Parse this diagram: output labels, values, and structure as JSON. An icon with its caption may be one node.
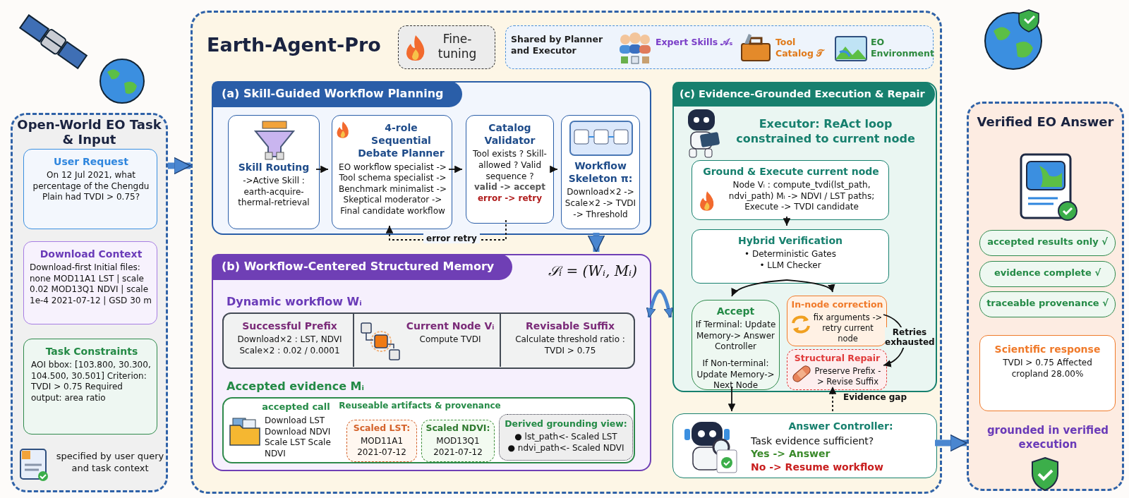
{
  "diagram": {
    "nodes": [
      {
        "text": [
          "Open-World EO Task & Input"
        ]
      },
      {
        "text": [
          "User Request",
          "On 12 Jul 2021, what percentage of the Chengdu Plain had TVDI > 0.75?"
        ],
        "in": 0
      },
      {
        "text": [
          "Download Context",
          "Download-first Initial files: none MOD11A1 LST | scale 0.02 MOD13Q1 NDVI | scale 1e-4 2021-07-12 | GSD 30 m"
        ],
        "in": 0
      },
      {
        "text": [
          "Task Constraints",
          "AOI bbox: [103.800, 30.300, 104.500, 30.501] Criterion: TVDI > 0.75 Required output: area ratio"
        ],
        "in": 0
      },
      {
        "text": [
          "Earth-Agent-Pro"
        ]
      },
      {
        "text": [
          "Fine-tuning"
        ],
        "in": 4
      },
      {
        "text": [
          "Shared by Planner and Executor",
          "Expert Skills 𝒜ₛ",
          "Tool Catalog 𝒯",
          "EO Environment"
        ],
        "in": 4
      },
      {
        "text": [
          "(a) Skill-Guided Workflow Planning"
        ],
        "in": 4
      },
      {
        "text": [
          "Skill Routing",
          "->Active Skill : earth-acquire-thermal-retrieval"
        ],
        "in": 7
      },
      {
        "text": [
          "4-role Sequential Debate Planner",
          "EO workflow specialist -> Tool schema specialist -> Benchmark minimalist -> Skeptical moderator -> Final candidate workflow"
        ],
        "in": 7
      },
      {
        "text": [
          "Catalog Validator",
          "Tool exists ? Skill-allowed ? Valid sequence ?",
          "valid -> accept",
          "error -> retry"
        ],
        "in": 7
      },
      {
        "text": [
          "Workflow Skeleton π:",
          "Download×2 -> Scale×2 -> TVDI -> Threshold"
        ],
        "in": 7
      },
      {
        "text": [
          "(b) Workflow-Centered Structured Memory"
        ],
        "in": 4
      },
      {
        "text": [
          "Dynamic workflow Wᵢ"
        ],
        "in": 12
      },
      {
        "text": [
          "Successful Prefix",
          "Download×2 : LST, NDVI Scale×2 : 0.02 / 0.0001"
        ],
        "in": 13
      },
      {
        "text": [
          "Current Node Vᵢ",
          "Compute TVDI"
        ],
        "in": 13
      },
      {
        "text": [
          "Revisable Suffix",
          "Calculate threshold ratio : TVDI > 0.75"
        ],
        "in": 13
      },
      {
        "text": [
          "Accepted evidence Mᵢ"
        ],
        "in": 12
      },
      {
        "text": [
          "Scaled LST:",
          "MOD11A1 2021-07-12"
        ],
        "in": 17
      },
      {
        "text": [
          "Scaled NDVI:",
          "MOD13Q1 2021-07-12"
        ],
        "in": 17
      },
      {
        "text": [
          "Derived grounding view:",
          "● lst_path<- Scaled LST",
          "● ndvi_path<- Scaled NDVI"
        ],
        "in": 17
      },
      {
        "text": [
          "(c) Evidence-Grounded Execution & Repair",
          "Executor: ReAct loop constrained to current node"
        ],
        "in": 4
      },
      {
        "text": [
          "Ground & Execute current node",
          "Node Vᵢ : compute_tvdi(lst_path, ndvi_path) Mᵢ -> NDVI / LST paths; Execute -> TVDI candidate"
        ],
        "in": 21
      },
      {
        "text": [
          "Hybrid Verification",
          "• Deterministic Gates",
          "• LLM Checker"
        ],
        "in": 21
      },
      {
        "text": [
          "Accept",
          "If Terminal: Update Memory-> Answer Controller",
          "If Non-terminal: Update Memory-> Next Node"
        ],
        "in": 21
      },
      {
        "text": [
          "In-node correction",
          "fix arguments -> retry current node"
        ],
        "in": 21
      },
      {
        "text": [
          "Structural Repair",
          "Preserve Prefix -> Revise Suffix"
        ],
        "in": 21
      },
      {
        "text": [
          "Answer Controller:",
          "Task evidence sufficient?",
          "Yes -> Answer",
          "No -> Resume workflow"
        ],
        "in": 4
      },
      {
        "text": [
          "Verified EO Answer"
        ]
      },
      {
        "text": [
          "accepted results only √"
        ],
        "in": 28
      },
      {
        "text": [
          "evidence complete √"
        ],
        "in": 28
      },
      {
        "text": [
          "traceable provenance √"
        ],
        "in": 28
      },
      {
        "text": [
          "Scientific response",
          "TVDI > 0.75 Affected cropland 28.00%"
        ],
        "in": 28
      }
    ],
    "edges": [
      {
        "from": 0,
        "to": 4,
        "arrow": "to",
        "style": "thick",
        "color": "#4a86d0"
      },
      {
        "from": 8,
        "to": 9,
        "arrow": "to"
      },
      {
        "from": 9,
        "to": 10,
        "arrow": "to"
      },
      {
        "from": 10,
        "to": 11,
        "arrow": "to"
      },
      {
        "from": 10,
        "to": 9,
        "arrow": "to",
        "label": "error retry",
        "style": "dashed"
      },
      {
        "from": 7,
        "to": 12,
        "arrow": "to",
        "style": "thick",
        "color": "#4a86d0"
      },
      {
        "from": 12,
        "to": 21,
        "arrow": "both",
        "style": "thick",
        "color": "#4a86d0"
      },
      {
        "from": 22,
        "to": 23,
        "arrow": "to"
      },
      {
        "from": 23,
        "to": 24,
        "arrow": "to"
      },
      {
        "from": 23,
        "to": 25,
        "arrow": "to"
      },
      {
        "from": 25,
        "to": 26,
        "arrow": "to",
        "label": "Retries exhausted"
      },
      {
        "from": 24,
        "to": 27,
        "arrow": "to"
      },
      {
        "from": 27,
        "to": 26,
        "arrow": "to",
        "label": "Evidence gap",
        "style": "dashed"
      },
      {
        "from": 27,
        "to": 28,
        "arrow": "to",
        "style": "thick",
        "color": "#4a86d0"
      }
    ],
    "labels": [
      "specified by user query and task context",
      "𝒮ᵢ = (Wᵢ, Mᵢ)",
      "accepted call",
      "Download LST Download NDVI Scale LST Scale NDVI",
      "Reuseable artifacts & provenance",
      "grounded in verified execution"
    ]
  }
}
